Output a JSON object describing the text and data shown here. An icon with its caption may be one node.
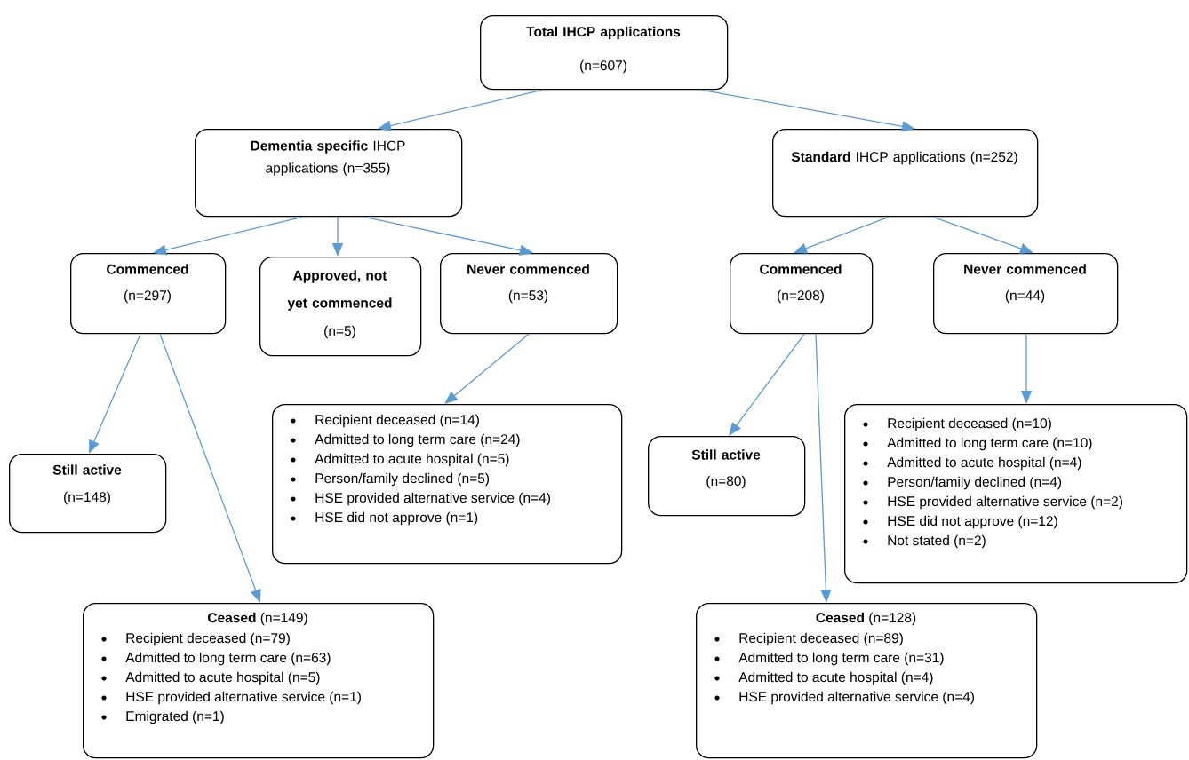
{
  "diagram": {
    "nodes": [
      {
        "text": [
          "Total IHCP applications",
          "(n=607)"
        ]
      },
      {
        "text": [
          "**Dementia specific** IHCP applications (n=355)"
        ]
      },
      {
        "text": [
          "**Standard** IHCP applications (n=252)"
        ]
      },
      {
        "text": [
          "Commenced",
          "(n=297)"
        ]
      },
      {
        "text": [
          "Approved, not yet commenced",
          "(n=5)"
        ]
      },
      {
        "text": [
          "Never commenced",
          "(n=53)"
        ]
      },
      {
        "text": [
          "Commenced",
          "(n=208)"
        ]
      },
      {
        "text": [
          "Never commenced",
          "(n=44)"
        ]
      },
      {
        "text": [
          "Still active",
          "(n=148)"
        ]
      },
      {
        "text": [
          "Recipient deceased (n=14)",
          "Admitted to long term care (n=24)",
          "Admitted to acute hospital (n=5)",
          "Person/family declined (n=5)",
          "HSE provided alternative service (n=4)",
          "HSE did not approve (n=1)"
        ]
      },
      {
        "text": [
          "Still active",
          "(n=80)"
        ]
      },
      {
        "text": [
          "Recipient deceased (n=10)",
          "Admitted to long term care (n=10)",
          "Admitted to acute hospital (n=4)",
          "Person/family declined (n=4)",
          "HSE provided alternative service (n=2)",
          "HSE did not approve (n=12)",
          "Not stated (n=2)"
        ]
      },
      {
        "text": [
          "**Ceased** (n=149)",
          "Recipient deceased (n=79)",
          "Admitted to long term care (n=63)",
          "Admitted to acute hospital (n=5)",
          "HSE provided alternative service (n=1)",
          "Emigrated (n=1)"
        ]
      },
      {
        "text": [
          "**Ceased** (n=128)",
          "Recipient deceased (n=89)",
          "Admitted to long term care (n=31)",
          "Admitted to acute hospital (n=4)",
          "HSE provided alternative service (n=4)"
        ]
      }
    ],
    "edges": [
      {
        "from": 0,
        "to": 1,
        "arrow": "to"
      },
      {
        "from": 0,
        "to": 2,
        "arrow": "to"
      },
      {
        "from": 1,
        "to": 3,
        "arrow": "to"
      },
      {
        "from": 1,
        "to": 4,
        "arrow": "to"
      },
      {
        "from": 1,
        "to": 5,
        "arrow": "to"
      },
      {
        "from": 2,
        "to": 6,
        "arrow": "to"
      },
      {
        "from": 2,
        "to": 7,
        "arrow": "to"
      },
      {
        "from": 3,
        "to": 8,
        "arrow": "to"
      },
      {
        "from": 3,
        "to": 12,
        "arrow": "to"
      },
      {
        "from": 5,
        "to": 9,
        "arrow": "to"
      },
      {
        "from": 6,
        "to": 10,
        "arrow": "to"
      },
      {
        "from": 6,
        "to": 13,
        "arrow": "to"
      },
      {
        "from": 7,
        "to": 11,
        "arrow": "to"
      }
    ]
  }
}
